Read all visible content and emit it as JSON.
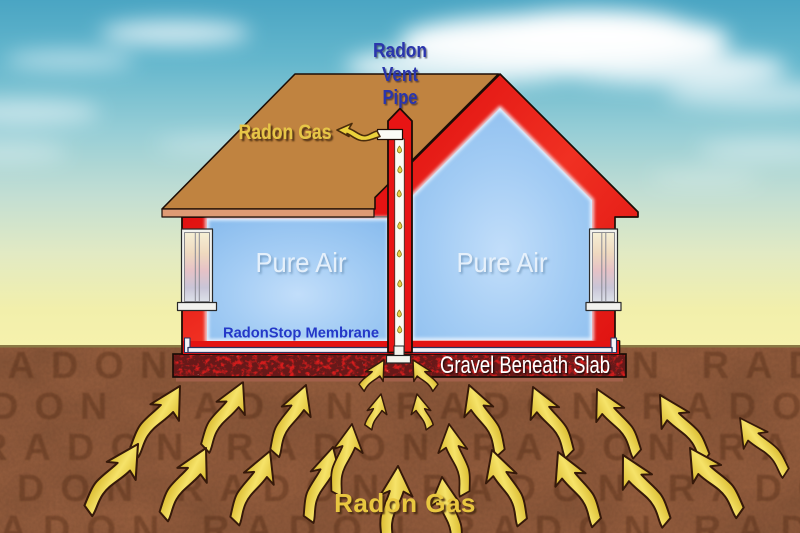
{
  "title": "Radon mitigation house cross-section diagram",
  "labels": {
    "vent_pipe_line1": "Radon",
    "vent_pipe_line2": "Vent",
    "vent_pipe_line3": "Pipe",
    "radon_gas_attic": "Radon Gas",
    "pure_air": "Pure Air",
    "membrane": "RadonStop Membrane",
    "gravel": "Gravel Beneath Slab",
    "radon_gas_soil": "Radon Gas"
  },
  "ground": {
    "ghost_word": "RADON",
    "ghost_row_text": "RADON RADON RADON RADON RADON"
  },
  "colors": {
    "sky_top": "#46a3c2",
    "sky_horizon": "#f5f1ac",
    "soil_brown": "#8b5639",
    "roof_tan": "#c08340",
    "wall_red": "#e81414",
    "room_blue": "#b8d8f6",
    "slab_red": "#cc1414",
    "arrow_yellow": "#eed63f",
    "label_blue": "#2a2fa8",
    "label_yellow": "#e9c73f",
    "membrane_white": "#f4f4f8"
  }
}
